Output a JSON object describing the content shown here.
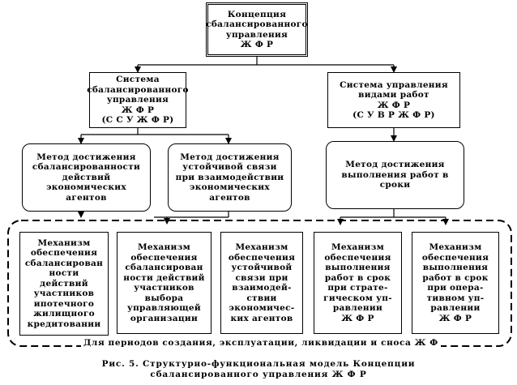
{
  "root": {
    "text": "Концепция\nсбалансированного\nуправления\nЖ Ф Р"
  },
  "systems": {
    "left": {
      "text": "Система\nсбалансированного\nуправления\nЖ Ф Р\n(С С У Ж Ф Р)"
    },
    "right": {
      "text": "Система управления\nвидами работ\nЖ Ф Р\n(С У В Р Ж Ф Р)"
    }
  },
  "methods": {
    "balance": {
      "text": "Метод достижения\nсбалансированности\nдействий\nэкономических\nагентов"
    },
    "stable": {
      "text": "Метод достижения\nустойчивой связи\nпри взаимодействии\nэкономических\nагентов"
    },
    "timely": {
      "text": "Метод достижения\nвыполнения работ в\nсроки"
    }
  },
  "mechanisms": {
    "m1": {
      "text": "Механизм\nобеспечения\nсбалансирован\nности\nдействий\nучастников\nипотечного\nжилищного\nкредитовании"
    },
    "m2": {
      "text": "Механизм\nобеспечения\nсбалансирован\nности действий\nучастников\nвыбора\nуправляющей\nорганизации"
    },
    "m3": {
      "text": "Механизм\nобеспечения\nустойчивой\nсвязи при\nвзаимодей-\nствии\nэкономичес-\nких агентов"
    },
    "m4": {
      "text": "Механизм\nобеспечения\nвыполнения\nработ в срок\nпри страте-\nгическом уп-\nравлении\nЖ Ф Р"
    },
    "m5": {
      "text": "Механизм\nобеспечения\nвыполнения\nработ в срок\nпри опера-\nтивном уп-\nравлении\nЖ Ф Р"
    }
  },
  "periods_note": "Для периодов создания, эксплуатации, ликвидации и сноса Ж Ф",
  "caption": {
    "line1": "Рис. 5. Структурно-функциональная модель Концепции",
    "line2": "сбалансированного управления Ж Ф Р"
  }
}
